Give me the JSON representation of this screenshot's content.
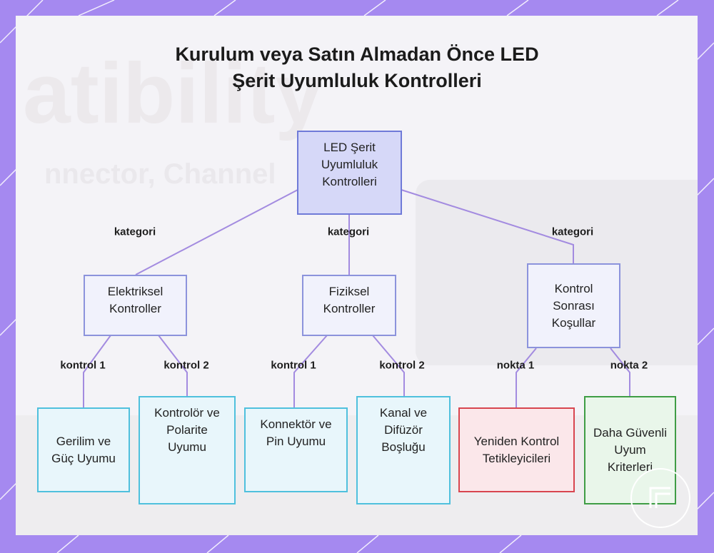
{
  "title": {
    "line1": "Kurulum veya Satın Almadan Önce LED",
    "line2": "Şerit Uyumluluk Kontrolleri"
  },
  "nodes": {
    "root": "LED Şerit Uyumluluk Kontrolleri",
    "electrical": "Elektriksel Kontroller",
    "physical": "Fiziksel Kontroller",
    "post": "Kontrol Sonrası Koşullar",
    "voltage": "Gerilim ve Güç Uyumu",
    "polarity": "Kontrolör ve Polarite Uyumu",
    "connector": "Konnektör ve Pin Uyumu",
    "channel": "Kanal ve Difüzör Boşluğu",
    "recheck": "Yeniden Kontrol Tetikleyicileri",
    "safer": "Daha Güvenli Uyum Kriterleri"
  },
  "edge_labels": {
    "cat_left": "kategori",
    "cat_mid": "kategori",
    "cat_right": "kategori",
    "e_c1": "kontrol 1",
    "e_c2": "kontrol 2",
    "p_c1": "kontrol 1",
    "p_c2": "kontrol 2",
    "n1": "nokta 1",
    "n2": "nokta 2"
  },
  "colors": {
    "frame": "#a589f0",
    "edge": "#a38be0",
    "root_fill": "#d6d8f8",
    "category_border": "#8c93dc",
    "leaf_border": "#4fc0dd",
    "red_border": "#d8454f",
    "green_border": "#3f9d45"
  }
}
